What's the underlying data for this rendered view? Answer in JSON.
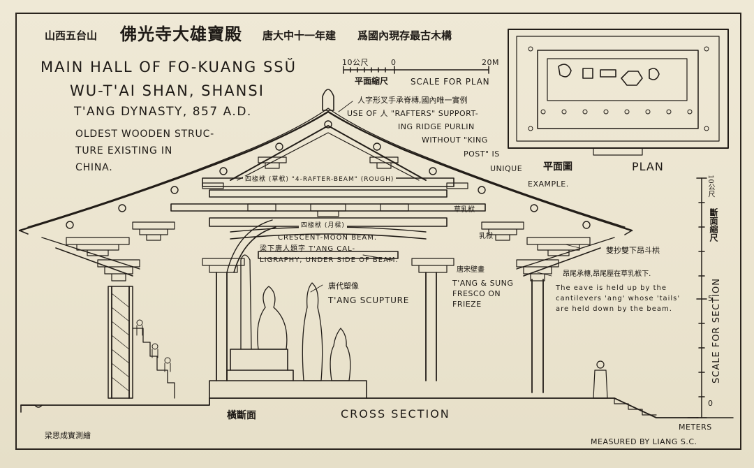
{
  "header": {
    "cn_location": "山西五台山",
    "cn_name": "佛光寺大雄寶殿",
    "cn_date": "唐大中十一年建",
    "cn_claim": "爲國內現存最古木構"
  },
  "title": {
    "line1": "MAIN HALL OF FO-KUANG SSŬ",
    "line2": "WU-T'AI SHAN, SHANSI",
    "line3": "T'ANG DYNASTY, 857 A.D.",
    "line4": "OLDEST WOODEN STRUC-",
    "line5": "TURE EXISTING IN",
    "line6": "CHINA."
  },
  "plan_scale": {
    "left_label": "10公尺",
    "zero": "0",
    "right_label": "20M",
    "cn_label": "平面縮尺",
    "en_label": "SCALE FOR PLAN"
  },
  "plan": {
    "cn_label": "平面圖",
    "en_label": "PLAN"
  },
  "annotations": {
    "rafters_cn": "人字形叉手承脊槫,國內唯一實例",
    "rafters_en1": "USE OF 人 \"RAFTERS\" SUPPORT-",
    "rafters_en2": "ING RIDGE PURLIN",
    "rafters_en3": "WITHOUT \"KING",
    "rafters_en4": "POST\" IS",
    "rafters_en5": "UNIQUE",
    "rafters_en6": "EXAMPLE.",
    "beam4_rough": "四椽栿 (草栿) \"4-RAFTER-BEAM\" (ROUGH)",
    "beam4_moon": "四椽栿 (月樑)",
    "crescent": "CRESCENT-MOON BEAM.",
    "calligraphy_cn": "梁下唐人題字 T'ANG CAL-",
    "calligraphy_en": "LIGRAPHY, UNDER SIDE OF BEAM.",
    "beam_upper": "草乳栿",
    "beam_lower": "乳栿",
    "bracket_cn": "雙抄雙下昂斗栱",
    "eave_cn": "昂尾承槫,昂尾壓在草乳栿下.",
    "eave_en1": "The eave is held up by the",
    "eave_en2": "cantilevers 'ang' whose 'tails'",
    "eave_en3": "are held down by the beam.",
    "sculpture_cn": "唐代塑像",
    "sculpture_en": "T'ANG SCUPTURE",
    "fresco_cn": "唐宋壁畫",
    "fresco_en1": "T'ANG & SUNG",
    "fresco_en2": "FRESCO ON",
    "fresco_en3": "FRIEZE"
  },
  "section": {
    "cn_label": "橫斷面",
    "en_label": "CROSS SECTION",
    "measured_cn": "梁思成實測繪",
    "measured_en": "MEASURED BY LIANG S.C."
  },
  "section_scale": {
    "top": "10公尺",
    "cn_label": "斷面縮尺",
    "mid": "5",
    "en_label": "SCALE FOR SECTION",
    "bottom": "0",
    "units": "METERS"
  },
  "colors": {
    "paper": "#ebe4cf",
    "ink": "#1e1a16"
  }
}
